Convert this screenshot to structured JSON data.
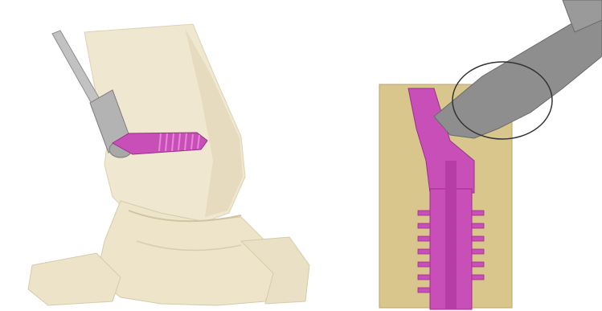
{
  "figure": {
    "panels": [
      {
        "id": "left",
        "subject": "ankle-bone-screw-insertion",
        "colors": {
          "bone": "#efe6cc",
          "bone_shadow": "#d9cfb3",
          "implant": "#c94fb8",
          "instrument": "#b9b9b9"
        }
      },
      {
        "id": "right",
        "subject": "screw-cross-section-with-instrument",
        "colors": {
          "bone_block": "#d8c68c",
          "implant": "#c94fb8",
          "instrument": "#8e8e8e",
          "highlight_circle": "#333333"
        }
      }
    ]
  }
}
